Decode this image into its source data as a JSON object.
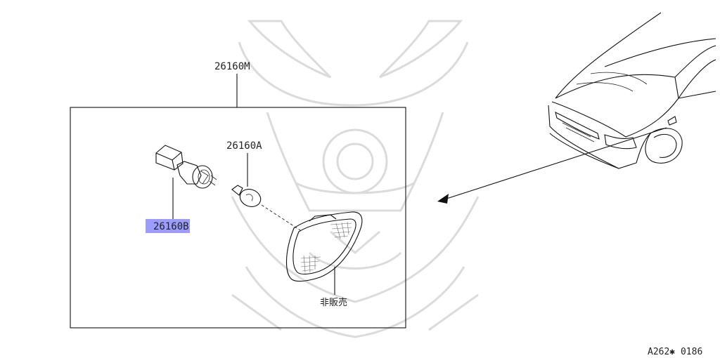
{
  "diagram": {
    "assembly_part": "26160M",
    "bulb_part": "26160A",
    "socket_part_highlighted": "26160",
    "socket_part_suffix": "B",
    "not_for_sale": "非販売",
    "figure_code": "A262✱ 0186"
  },
  "colors": {
    "highlight": "#9c9cff",
    "line": "#111111",
    "watermark": "#e2e2e2"
  }
}
